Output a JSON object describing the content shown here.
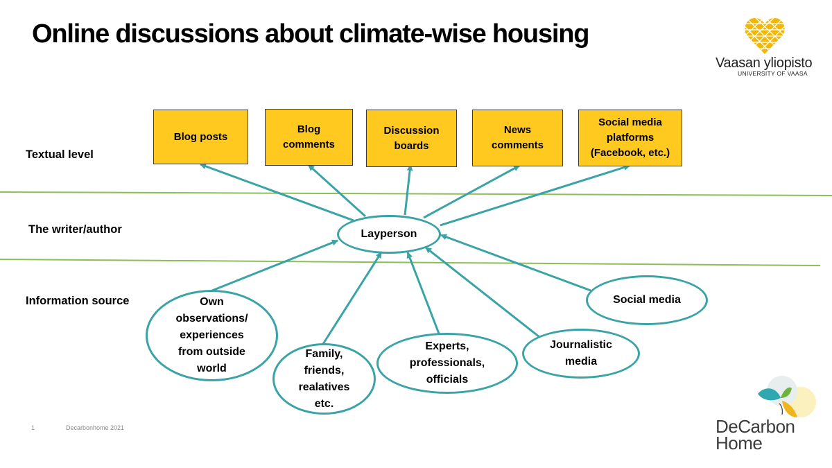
{
  "title": "Online discussions about climate-wise housing",
  "levels": {
    "textual": "Textual level",
    "writer": "The writer/author",
    "source": "Information source"
  },
  "outputs": [
    {
      "lines": [
        "Blog posts"
      ]
    },
    {
      "lines": [
        "Blog",
        "comments"
      ]
    },
    {
      "lines": [
        "Discussion",
        "boards"
      ]
    },
    {
      "lines": [
        "News",
        "comments"
      ]
    },
    {
      "lines": [
        "Social media",
        "platforms",
        "(Facebook, etc.)"
      ]
    }
  ],
  "center": "Layperson",
  "sources": [
    {
      "text": "Own\nobservations/\nexperiences\nfrom outside\nworld"
    },
    {
      "text": "Family,\nfriends,\nrealatives\netc."
    },
    {
      "text": "Experts,\nprofessionals,\nofficials"
    },
    {
      "text": "Journalistic\nmedia"
    },
    {
      "text": "Social media"
    }
  ],
  "footer": {
    "page": "1",
    "text": "Decarbonhome 2021"
  },
  "university_logo": {
    "name": "Vaasan yliopisto",
    "subtitle": "UNIVERSITY OF VAASA"
  },
  "project_logo": {
    "line1": "DeCarbon",
    "line2": "Home"
  },
  "colors": {
    "box_fill": "#ffc91f",
    "arrow": "#3aa3a6",
    "divider": "#8cbf55"
  }
}
